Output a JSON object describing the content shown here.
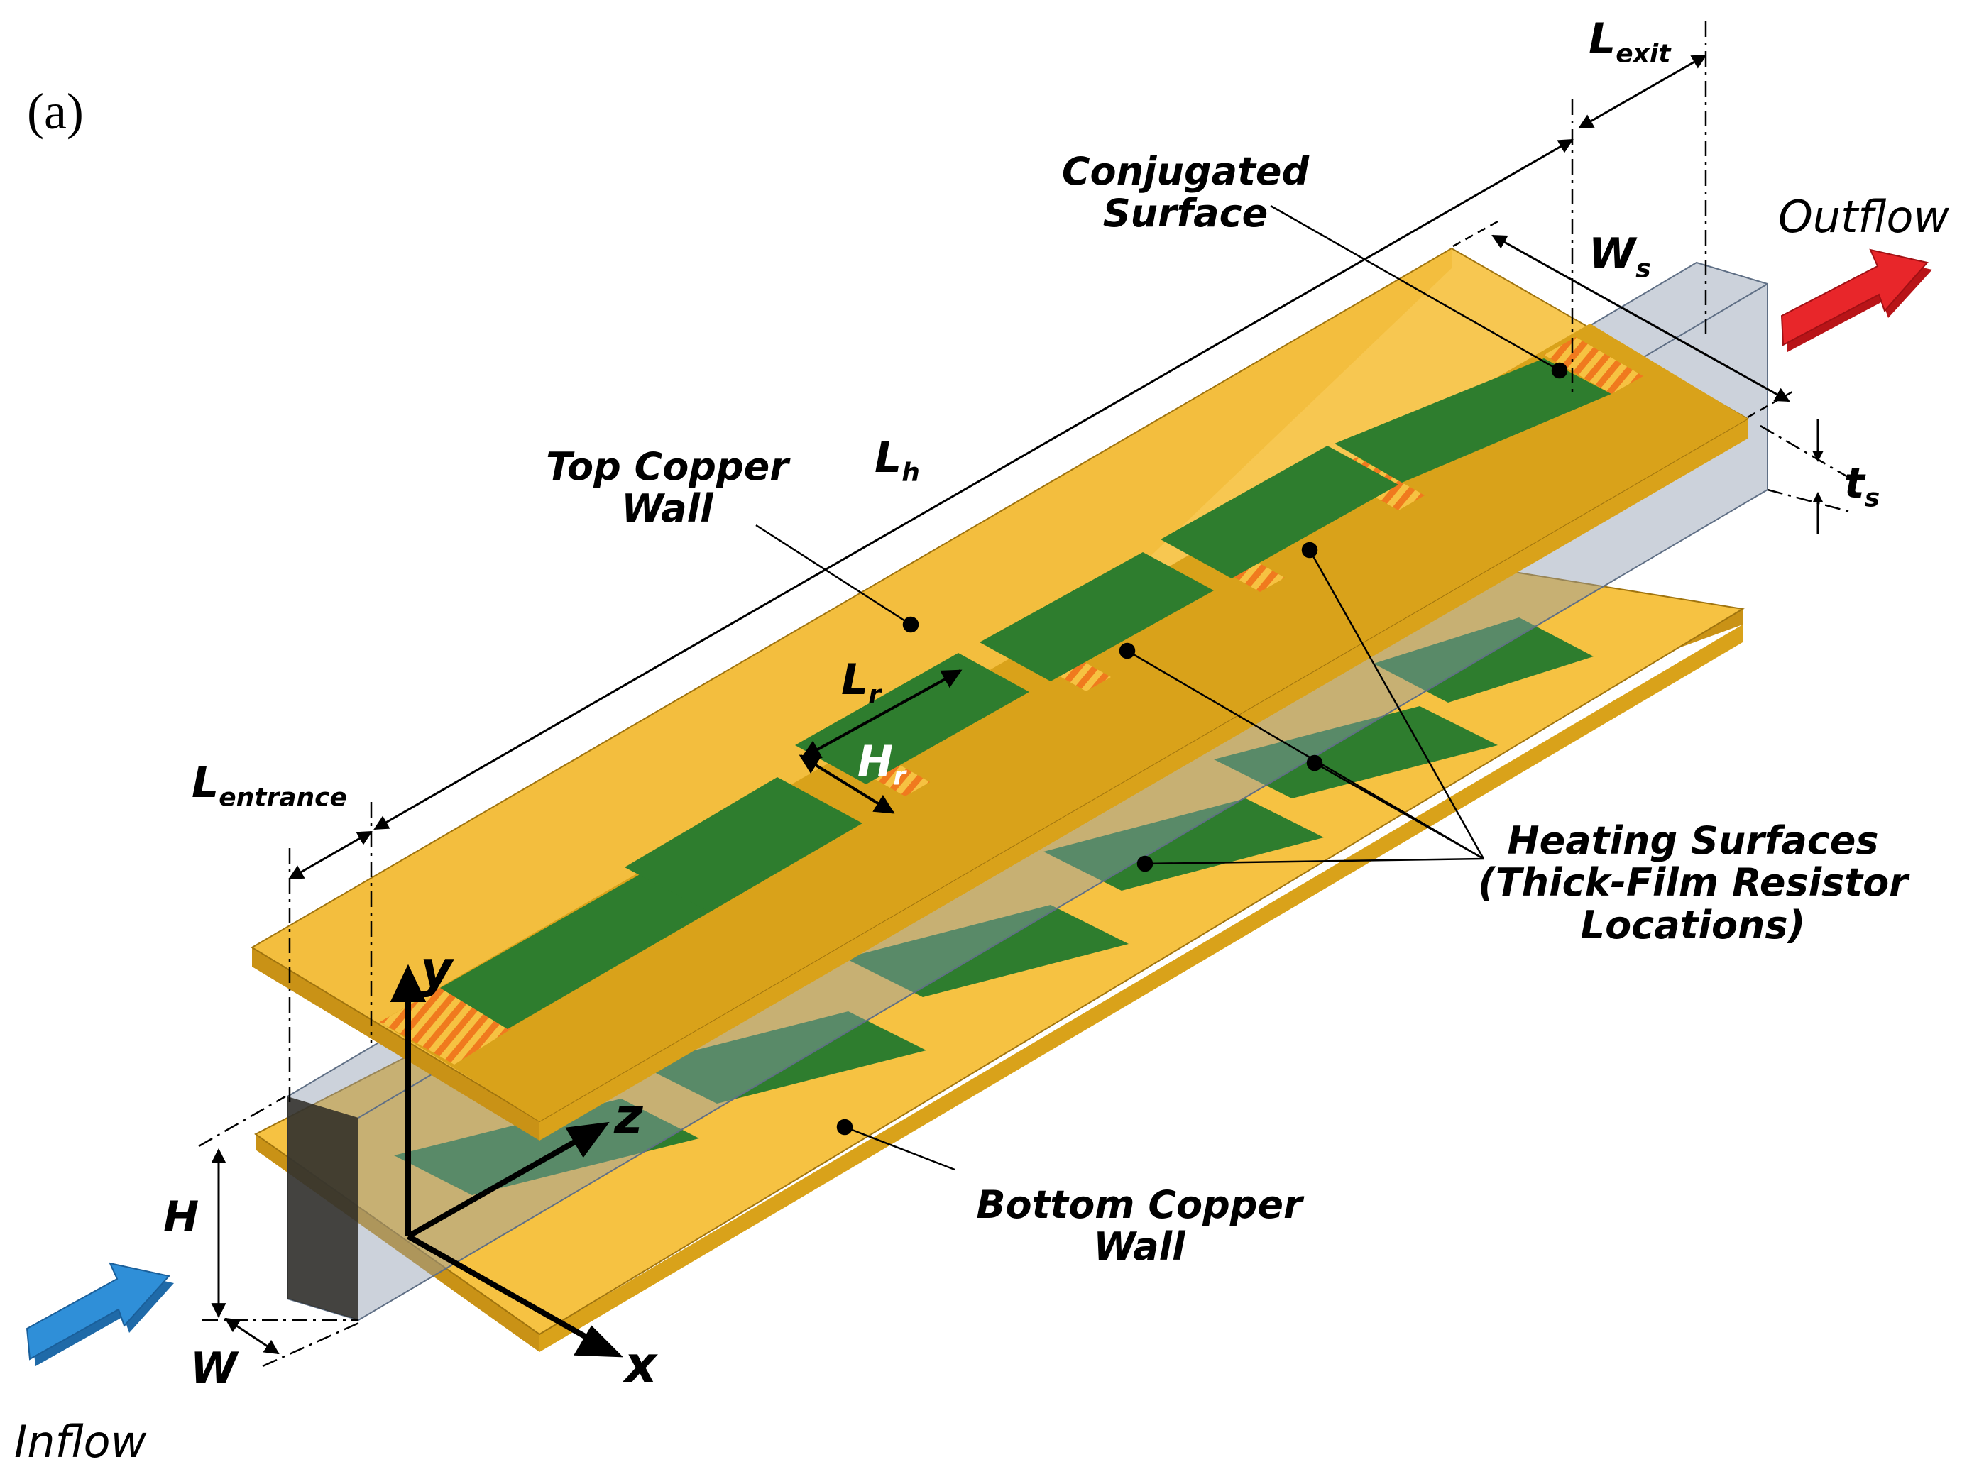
{
  "panel_label": "(a)",
  "labels": {
    "top_wall": [
      "Top Copper",
      "Wall"
    ],
    "bottom_wall": [
      "Bottom Copper",
      "Wall"
    ],
    "conjugated": [
      "Conjugated",
      "Surface"
    ],
    "heating": [
      "Heating Surfaces",
      "(Thick-Film Resistor",
      "Locations)"
    ],
    "outflow": "Outflow",
    "inflow": "Inflow"
  },
  "dimensions": {
    "L_h": {
      "main": "L",
      "sub": "h"
    },
    "L_exit": {
      "main": "L",
      "sub": "exit"
    },
    "L_entrance": {
      "main": "L",
      "sub": "entrance"
    },
    "W_s": {
      "main": "W",
      "sub": "s"
    },
    "t_s": {
      "main": "t",
      "sub": "s"
    },
    "L_r": {
      "main": "L",
      "sub": "r"
    },
    "H_r": {
      "main": "H",
      "sub": "r"
    },
    "H": "H",
    "W": "W"
  },
  "axes": {
    "x": "x",
    "y": "y",
    "z": "z"
  },
  "colors": {
    "copper_top": "#f6c242",
    "copper_edge": "#c99216",
    "conjugated_strip": "#d9a21a",
    "resistor_green": "#2e7d2e",
    "channel_glass": "#8d9bb0",
    "outflow_arrow": "#e8262a",
    "inflow_arrow": "#2f8fd8",
    "hatch_orange": "#f07a1e"
  },
  "icons": {
    "outflow": "outflow-arrow-icon",
    "inflow": "inflow-arrow-icon"
  }
}
